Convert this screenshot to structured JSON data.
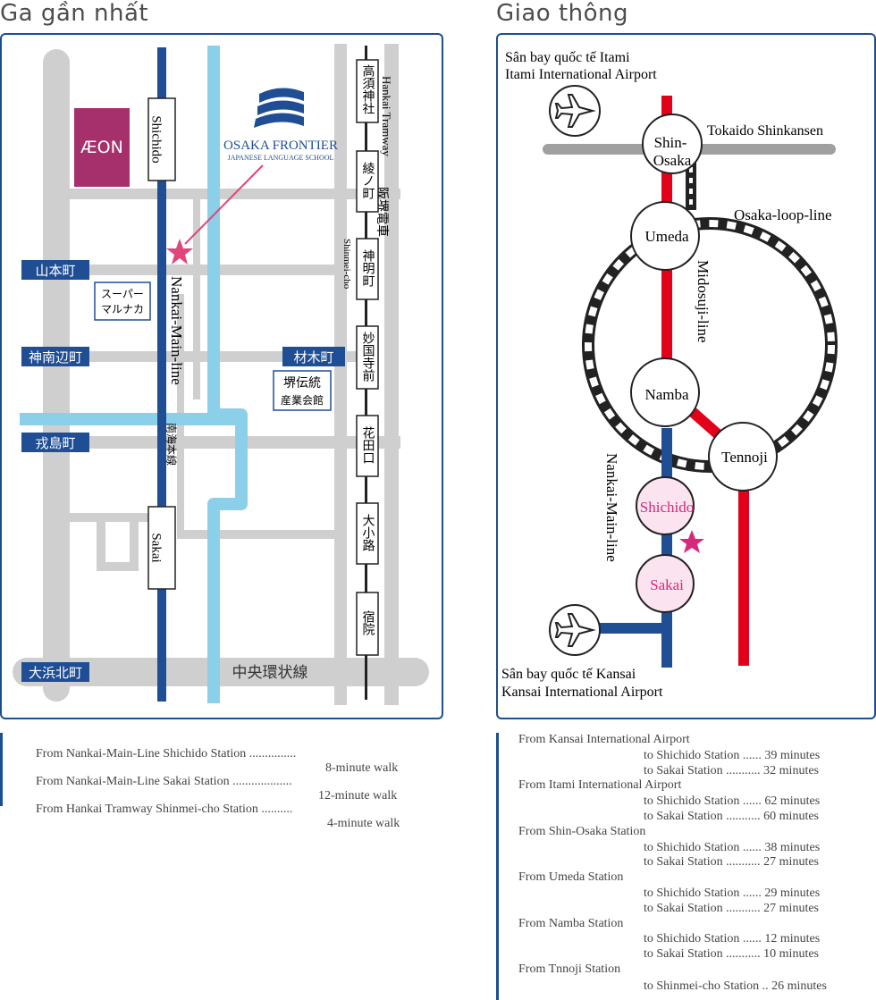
{
  "headings": {
    "left": "Ga gần nhất",
    "right": "Giao thông"
  },
  "left_map": {
    "aeon_logo": "ÆON",
    "school_name": "OSAKA FRONTIER",
    "school_sub": "JAPANESE LANGUAGE SCHOOL",
    "station_shichido": "Shichido",
    "station_sakai": "Sakai",
    "nankai_line_en": "Nankai-Main-line",
    "nankai_line_jp": "南海本線",
    "hankai_tramway_en": "Hankai Tramway",
    "hankai_tramway_jp": "阪堺電車",
    "shinmei_cho_en": "Shinmei-cho",
    "tram_stops": [
      "高須神社",
      "綾ノ町",
      "神明町",
      "妙国寺前",
      "花田口",
      "大小路",
      "宿院"
    ],
    "street_labels": [
      "山本町",
      "神南辺町",
      "戎島町",
      "大浜北町",
      "材木町"
    ],
    "ring_road": "中央環状線",
    "supermarket": [
      "スーパー",
      "マルナカ"
    ],
    "hall": [
      "堺伝統",
      "産業会館"
    ],
    "colors": {
      "nankai": "#1f4e94",
      "river": "#8ccfe8",
      "road": "#cfcfcf",
      "aeon": "#a5306b",
      "star": "#e0457b"
    }
  },
  "right_map": {
    "itami_vi": "Sân bay quốc tế Itami",
    "itami_en": "Itami International Airport",
    "kansai_vi": "Sân bay quốc tế Kansai",
    "kansai_en": "Kansai International Airport",
    "tokaido": "Tokaido Shinkansen",
    "loop_line": "Osaka-loop-line",
    "midosuji": "Midosuji-line",
    "nankai": "Nankai-Main-line",
    "stations": {
      "shin_osaka_1": "Shin-",
      "shin_osaka_2": "Osaka",
      "umeda": "Umeda",
      "namba": "Namba",
      "tennoji": "Tennoji",
      "shichido": "Shichido",
      "sakai": "Sakai"
    },
    "colors": {
      "midosuji": "#e2001a",
      "nankai": "#1f4e94",
      "shinkansen": "#a0a0a0",
      "highlight": "#d6297a"
    }
  },
  "left_info": [
    {
      "text": "From Nankai-Main-Line Shichido Station ...............",
      "time": "8-minute walk"
    },
    {
      "text": "From Nankai-Main-Line Sakai Station ...................",
      "time": "12-minute walk"
    },
    {
      "text": "From Hankai Tramway Shinmei-cho Station ..........",
      "time": "4-minute walk"
    }
  ],
  "right_info": {
    "groups": [
      {
        "from": "From Kansai International Airport",
        "lines": [
          "to Shichido Station ...... 39 minutes",
          "to Sakai Station ........... 32 minutes"
        ]
      },
      {
        "from": "From Itami International Airport",
        "lines": [
          "to Shichido Station ...... 62 minutes",
          "to Sakai Station ........... 60 minutes"
        ]
      },
      {
        "from": "From Shin-Osaka Station",
        "lines": [
          "to Shichido Station ...... 38 minutes",
          "to Sakai Station ........... 27 minutes"
        ]
      },
      {
        "from": "From Umeda Station",
        "lines": [
          "to Shichido Station ...... 29 minutes",
          "to Sakai Station ........... 27 minutes"
        ]
      },
      {
        "from": "From Namba Station",
        "lines": [
          "to Shichido Station ...... 12 minutes",
          "to Sakai Station ........... 10 minutes"
        ]
      },
      {
        "from": "From Tnnoji Station",
        "lines": [
          "to Shinmei-cho Station .. 26 minutes"
        ]
      }
    ]
  }
}
